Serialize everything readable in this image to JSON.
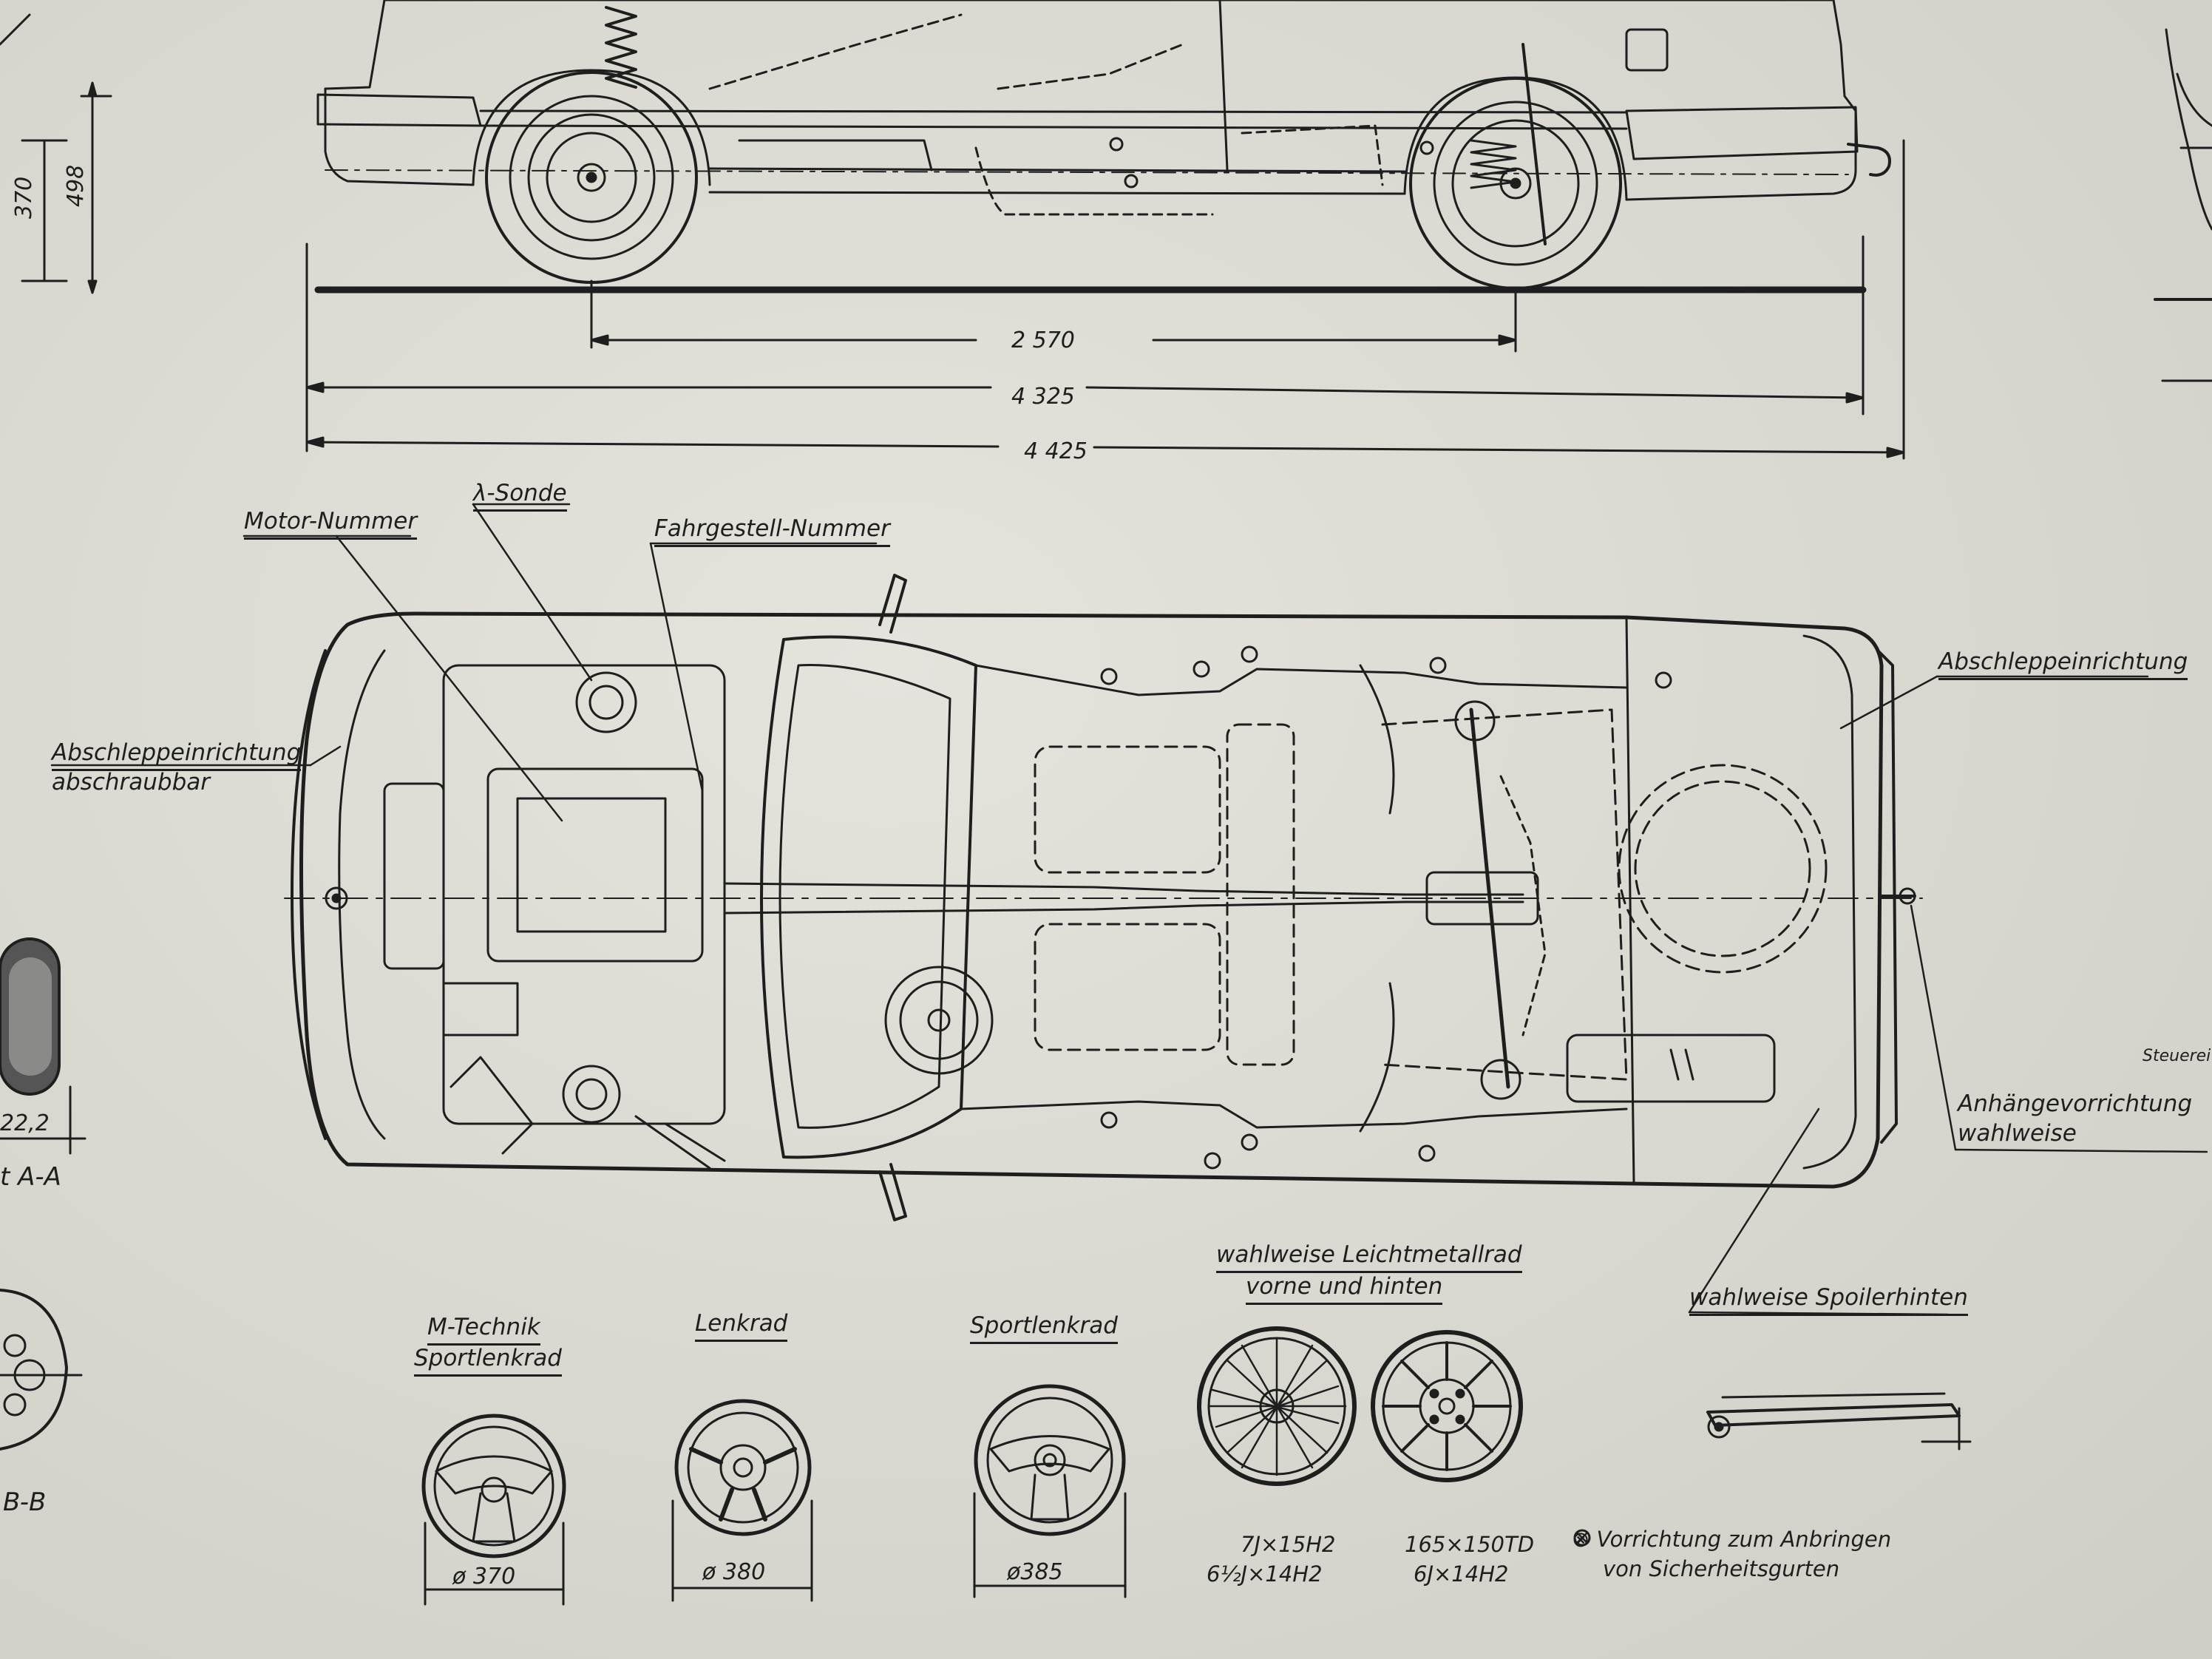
{
  "dimensions": {
    "h1": "370",
    "h2": "498",
    "wheelbase": "2 570",
    "length_a": "4 325",
    "length_b": "4 425",
    "d22": "22,2"
  },
  "callouts": {
    "motor_nummer": "Motor-Nummer",
    "lambda_sonde": "λ-Sonde",
    "fahrgestell": "Fahrgestell-Nummer",
    "abschlepp_front_1": "Abschleppeinrichtung",
    "abschlepp_front_2": "abschraubbar",
    "abschlepp_rear": "Abschleppeinrichtung",
    "anhaenge_1": "Anhängevorrichtung",
    "anhaenge_2": "wahlweise",
    "steuer": "Steuerei",
    "spoiler": "wahlweise Spoilerhinten"
  },
  "sections": {
    "aa": "t A-A",
    "bb": "B-B"
  },
  "options": {
    "mtech_1": "M-Technik",
    "mtech_2": "Sportlenkrad",
    "mtech_dia": "ø 370",
    "lenkrad": "Lenkrad",
    "lenkrad_dia": "ø 380",
    "sport": "Sportlenkrad",
    "sport_dia": "ø385",
    "leicht_1": "wahlweise  Leichtmetallrad",
    "leicht_2": "vorne   und   hinten",
    "rim1_1": "7J×15H2",
    "rim1_2": "6½J×14H2",
    "rim2_1": "165×150TD",
    "rim2_2": "6J×14H2",
    "legend_1": "⊗ Vorrichtung zum Anbringen",
    "legend_2": "von Sicherheitsgurten"
  },
  "colors": {
    "paper": "#dcdbd3",
    "ink": "#1e1e1e"
  }
}
